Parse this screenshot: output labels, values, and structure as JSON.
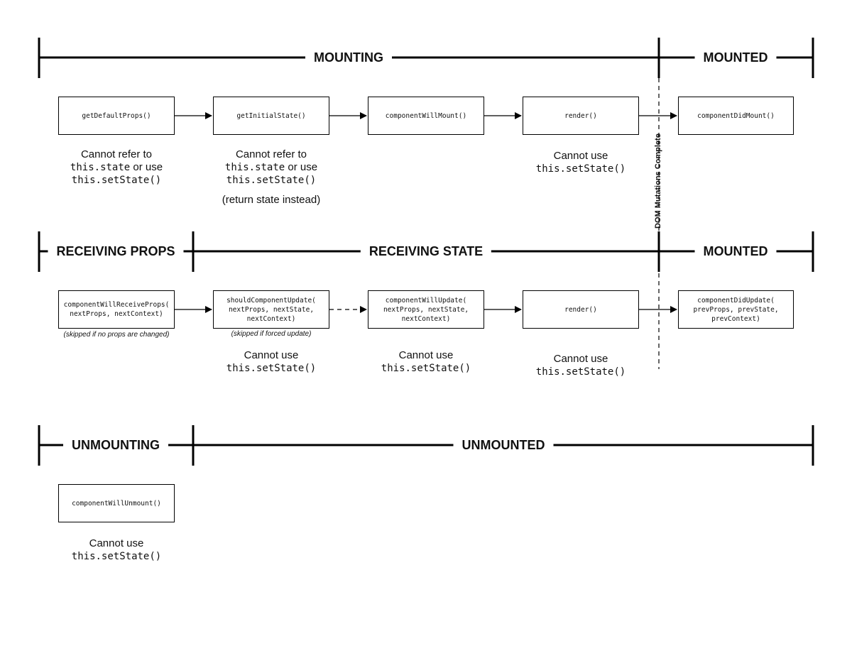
{
  "phases": {
    "mounting": "MOUNTING",
    "mounted_top": "MOUNTED",
    "receiving_props": "RECEIVING PROPS",
    "receiving_state": "RECEIVING STATE",
    "mounted_mid": "MOUNTED",
    "unmounting": "UNMOUNTING",
    "unmounted": "UNMOUNTED"
  },
  "dom_mutations_label": "DOM Mutations Complete",
  "row1": {
    "boxes": [
      "getDefaultProps()",
      "getInitialState()",
      "componentWillMount()",
      "render()",
      "componentDidMount()"
    ],
    "notes": {
      "get_default_props": {
        "l1": "Cannot refer to",
        "l2_mono": "this.state",
        "l2_text": " or use",
        "l3_mono": "this.setState()"
      },
      "get_initial_state": {
        "l1": "Cannot refer to",
        "l2_mono": "this.state",
        "l2_text": " or use",
        "l3_mono": "this.setState()",
        "l4": "(return state instead)"
      },
      "render": {
        "l1": "Cannot use",
        "l2_mono": "this.setState()"
      }
    }
  },
  "row2": {
    "boxes": [
      "componentWillReceiveProps(\nnextProps, nextContext)",
      "shouldComponentUpdate(\nnextProps, nextState,\nnextContext)",
      "componentWillUpdate(\nnextProps, nextState,\nnextContext)",
      "render()",
      "componentDidUpdate(\nprevProps, prevState,\nprevContext)"
    ],
    "small_notes": {
      "will_receive_props": "(skipped if no props are changed)",
      "should_update": "(skipped if forced update)"
    },
    "notes": {
      "should_update": {
        "l1": "Cannot use",
        "l2_mono": "this.setState()"
      },
      "will_update": {
        "l1": "Cannot use",
        "l2_mono": "this.setState()"
      },
      "render": {
        "l1": "Cannot use",
        "l2_mono": "this.setState()"
      }
    }
  },
  "row3": {
    "boxes": [
      "componentWillUnmount()"
    ],
    "notes": {
      "will_unmount": {
        "l1": "Cannot use",
        "l2_mono": "this.setState()"
      }
    }
  }
}
